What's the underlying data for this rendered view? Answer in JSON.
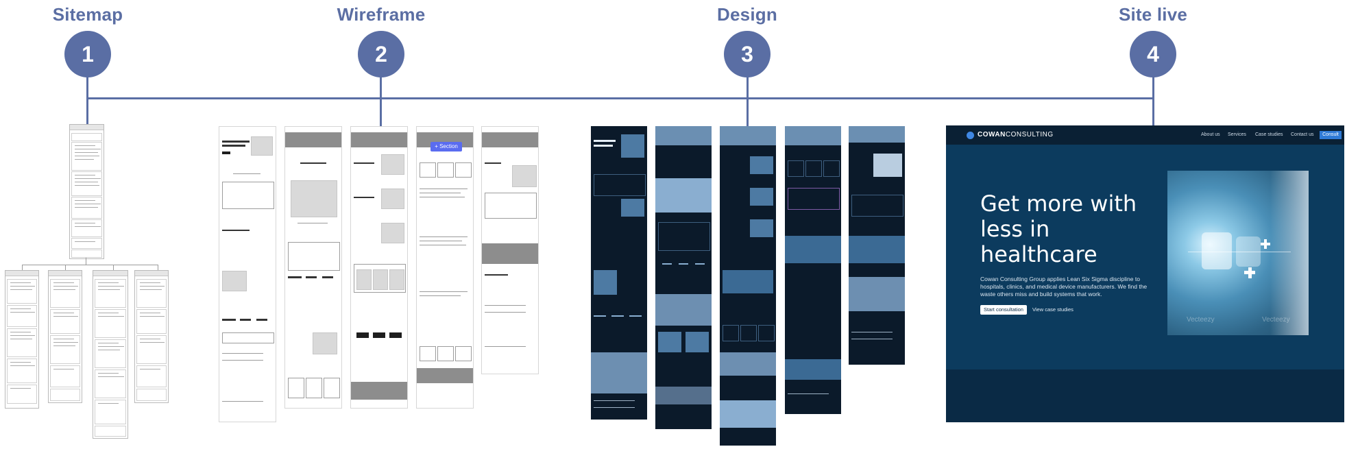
{
  "stages": [
    {
      "number": "1",
      "title": "Sitemap"
    },
    {
      "number": "2",
      "title": "Wireframe"
    },
    {
      "number": "3",
      "title": "Design"
    },
    {
      "number": "4",
      "title": "Site live"
    }
  ],
  "wireframe": {
    "section_tag": "+ Section"
  },
  "site": {
    "logo_bold": "COWAN",
    "logo_light": "CONSULTING",
    "nav": [
      "About us",
      "Services",
      "Case studies",
      "Contact us"
    ],
    "nav_cta": "Consult",
    "hero_title": "Get more with less in healthcare",
    "hero_body": "Cowan Consulting Group applies Lean Six Sigma discipline to hospitals, clinics, and medical device manufacturers. We find the waste others miss and build systems that work.",
    "primary_button": "Start consultation",
    "secondary_button": "View case studies",
    "watermark": "Vecteezy"
  },
  "colors": {
    "stage_blue": "#5a6ea4",
    "site_navy": "#0c3b5e",
    "accent_blue": "#2f7ad6"
  }
}
